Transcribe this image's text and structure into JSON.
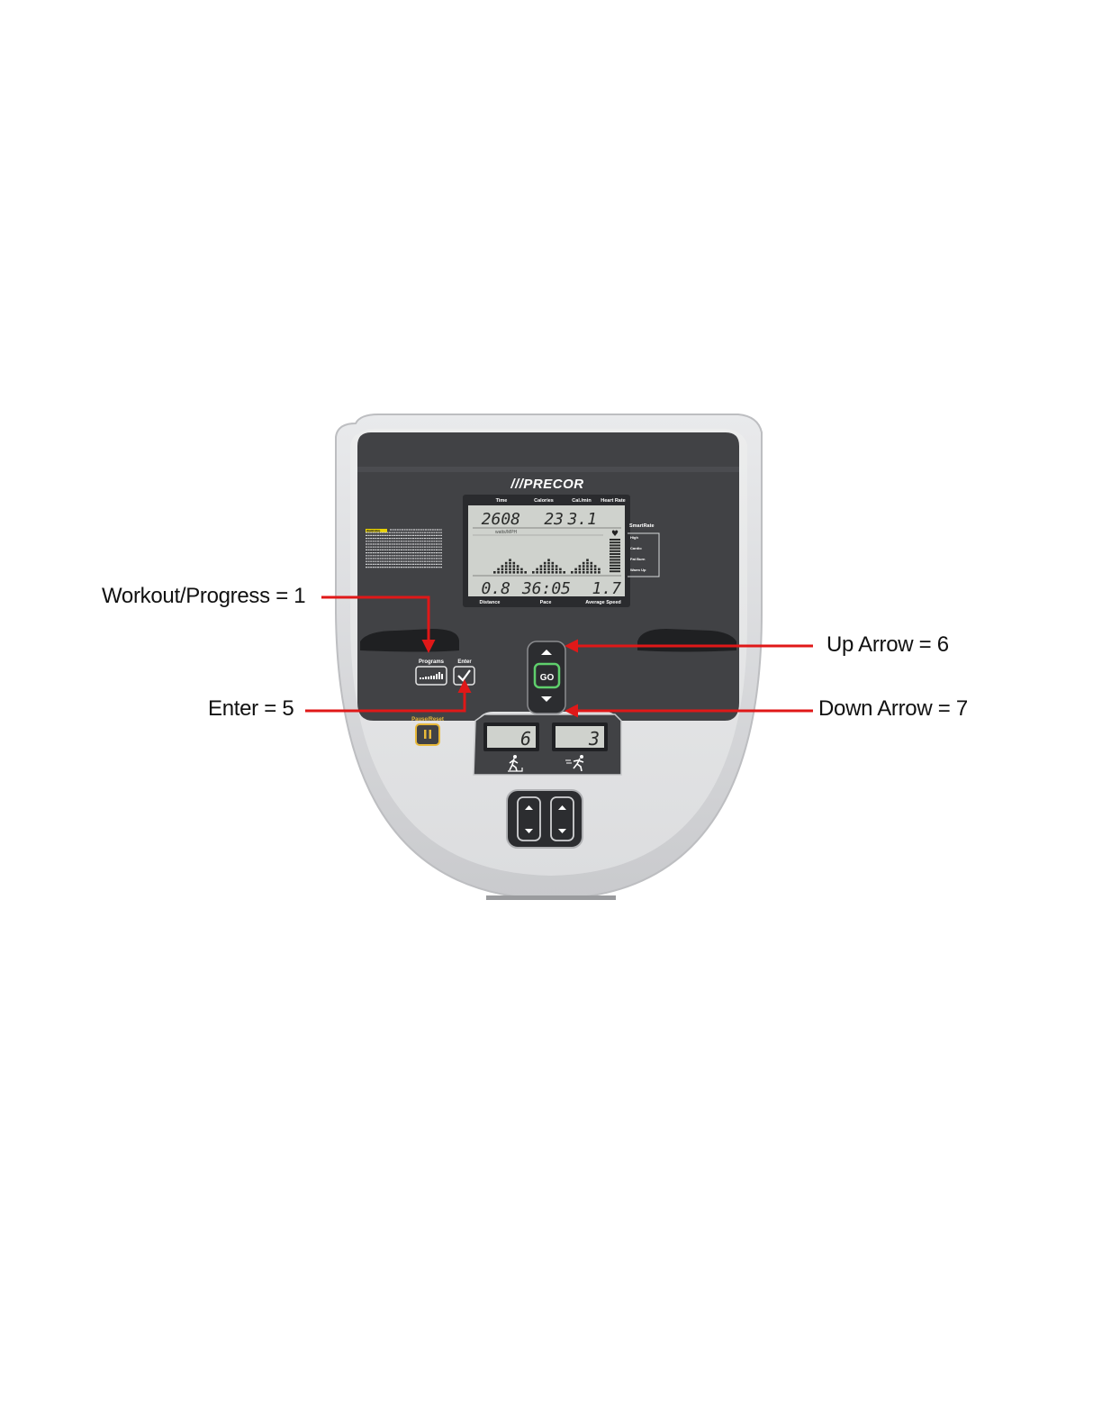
{
  "console": {
    "brand": "PRECOR",
    "warning_badge": "WARNING",
    "lcd": {
      "top_labels": [
        "Time",
        "Calories",
        "Cal./min",
        "Heart Rate"
      ],
      "top_values": [
        "2608",
        "23",
        "3.1"
      ],
      "sub_label": "watts/MPH",
      "bottom_values": [
        "0.8",
        "36:05",
        "1.7"
      ],
      "bottom_labels": [
        "Distance",
        "Pace",
        "Average Speed"
      ],
      "profile_bars": [
        1,
        2,
        3,
        4,
        5,
        4,
        3,
        2,
        1,
        0,
        1,
        2,
        3,
        4,
        5,
        4,
        3,
        2,
        1,
        0,
        1,
        2,
        3,
        4,
        5,
        4,
        3,
        2
      ]
    },
    "smartrate": {
      "title": "SmartRate",
      "zones": [
        "High",
        "Cardio",
        "Fat Burn",
        "Warm Up"
      ]
    },
    "buttons": {
      "programs": "Programs",
      "enter": "Enter",
      "go": "GO",
      "pause_reset": "Pause/Reset"
    },
    "small_displays": [
      "6",
      "3"
    ]
  },
  "callouts": {
    "workout_progress": "Workout/Progress = 1",
    "enter": "Enter = 5",
    "up_arrow": "Up Arrow = 6",
    "down_arrow": "Down Arrow = 7"
  },
  "colors": {
    "arrow": "#e01818",
    "panel_dark": "#414245",
    "shell": "#d9dadc",
    "lcd_bg": "#cfd2cd",
    "go_green": "#5fcf6c",
    "pause_yellow": "#e8b93a"
  }
}
